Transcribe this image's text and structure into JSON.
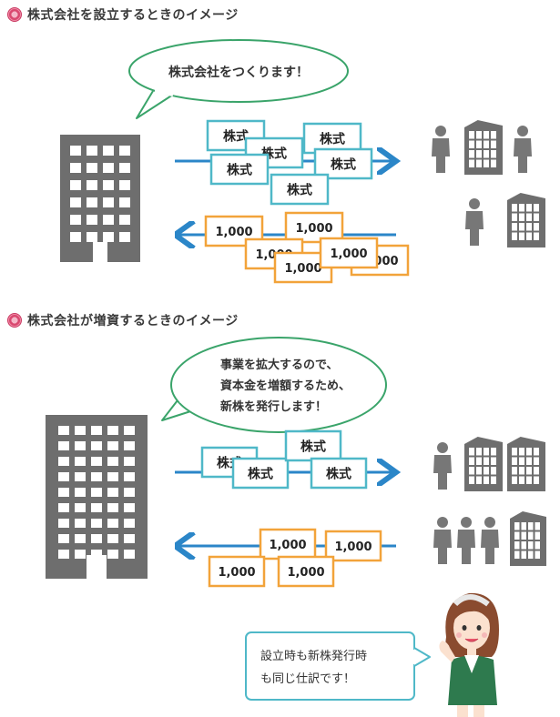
{
  "section1": {
    "title": "株式会社を設立するときのイメージ",
    "speech": "株式会社をつくります！",
    "stock_labels": [
      "株式",
      "株式",
      "株式",
      "株式",
      "株式",
      "株式"
    ],
    "money_labels": [
      "1,000",
      "1,000",
      "1,000",
      "1,000",
      "1,000",
      "1,000"
    ]
  },
  "section2": {
    "title": "株式会社が増資するときのイメージ",
    "speech_lines": [
      "事業を拡大するので、",
      "資本金を増額するため、",
      "新株を発行します！"
    ],
    "stock_labels": [
      "株式",
      "株式",
      "株式",
      "株式"
    ],
    "money_labels": [
      "1,000",
      "1,000",
      "1,000",
      "1,000"
    ]
  },
  "footer": {
    "speech_lines": [
      "設立時も新株発行時",
      "も同じ仕訳です！"
    ]
  },
  "colors": {
    "stock_border": "#4fb8c8",
    "money_border": "#f2a33a",
    "arrow": "#2b86c8",
    "bubble_border": "#3aa46a",
    "building": "#6e6e6e",
    "person": "#777777"
  }
}
